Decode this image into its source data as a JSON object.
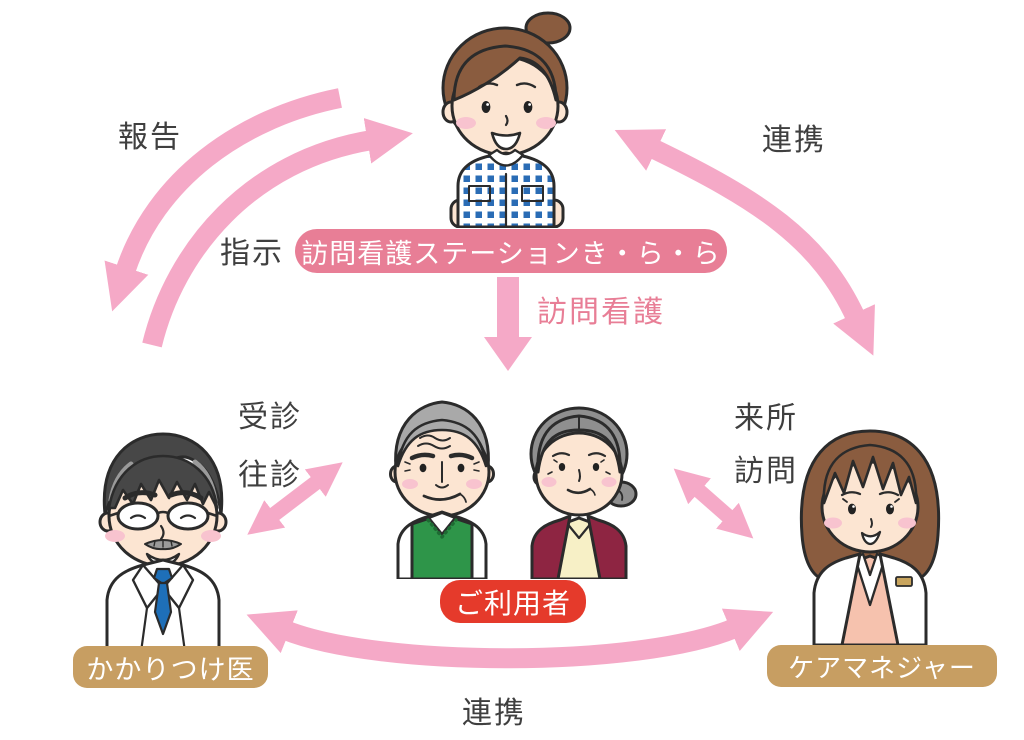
{
  "diagram": {
    "background": "#FFFFFF",
    "nodes": {
      "station": {
        "label": "訪問看護ステーションき・ら・ら",
        "color": "#E87E96",
        "text_color": "#FFFFFF"
      },
      "client": {
        "label": "ご利用者",
        "color": "#E53A2B",
        "text_color": "#FFFFFF"
      },
      "doctor": {
        "label": "かかりつけ医",
        "color": "#C79E62",
        "text_color": "#FFFFFF"
      },
      "care_manager": {
        "label": "ケアマネジャー",
        "color": "#C79E62",
        "text_color": "#FFFFFF"
      }
    },
    "characters": {
      "station": "visiting-nurse",
      "client": "elderly-couple",
      "doctor": "family-doctor",
      "care_manager": "care-manager"
    },
    "edges": {
      "report": {
        "label": "報告",
        "from": "station",
        "to": "doctor"
      },
      "instruction": {
        "label": "指示",
        "from": "doctor",
        "to": "station"
      },
      "cooperation_top": {
        "label": "連携",
        "between": [
          "station",
          "care_manager"
        ]
      },
      "visiting_nursing": {
        "label": "訪問看護",
        "from": "station",
        "to": "client"
      },
      "consultation": {
        "label": "受診",
        "between": [
          "doctor",
          "client"
        ]
      },
      "house_call": {
        "label": "往診",
        "between": [
          "doctor",
          "client"
        ]
      },
      "office_visit": {
        "label": "来所",
        "between": [
          "client",
          "care_manager"
        ]
      },
      "home_visit": {
        "label": "訪問",
        "between": [
          "client",
          "care_manager"
        ]
      },
      "cooperation_bottom": {
        "label": "連携",
        "between": [
          "doctor",
          "care_manager"
        ]
      }
    },
    "colors": {
      "arrow_pink": "#F5A9C7",
      "edge_label_text": "#3F3F3F",
      "visiting_nursing_text": "#E87E96"
    }
  }
}
